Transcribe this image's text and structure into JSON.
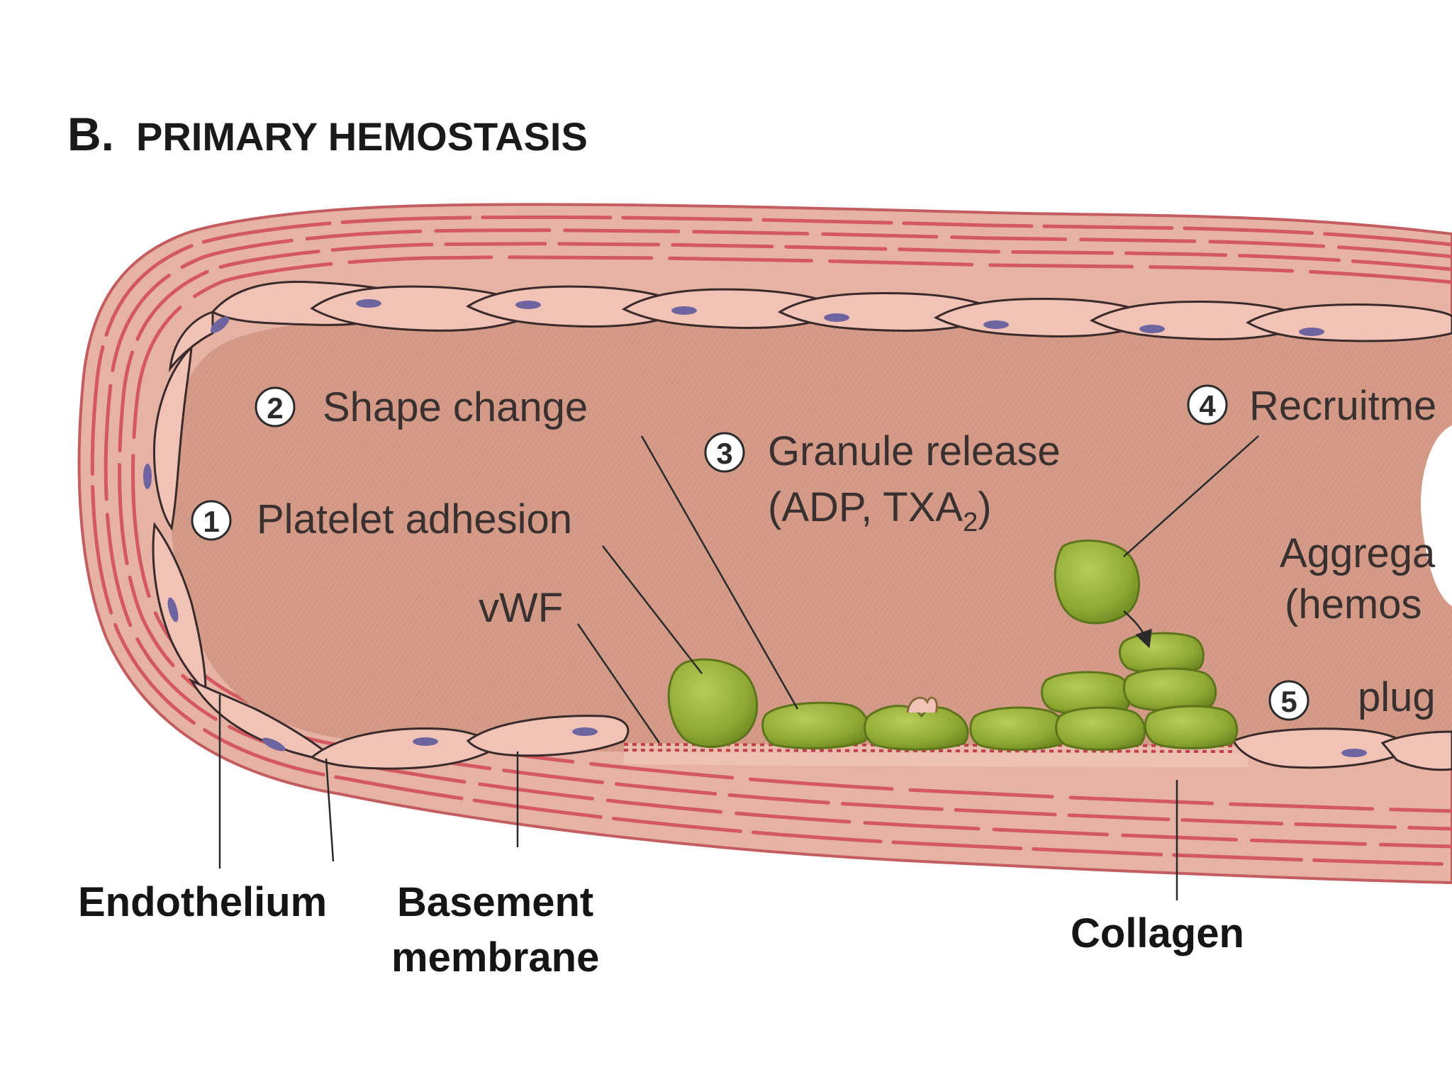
{
  "title": {
    "letter": "B.",
    "text": "PRIMARY HEMOSTASIS"
  },
  "steps": [
    {
      "num": "1",
      "label": "Platelet adhesion"
    },
    {
      "num": "2",
      "label": "Shape change"
    },
    {
      "num": "3",
      "label": "Granule release",
      "sub_main": "(ADP, TXA",
      "sub_subscript": "2",
      "sub_close": ")"
    },
    {
      "num": "4",
      "label": "Recruitme"
    },
    {
      "num": "5",
      "label": "Aggrega",
      "label2": "(hemos",
      "label3": "plug"
    }
  ],
  "labels": {
    "vwf": "vWF",
    "endothelium": "Endothelium",
    "basement_1": "Basement",
    "basement_2": "membrane",
    "collagen": "Collagen"
  },
  "colors": {
    "lumen": "#d29a88",
    "wall_outer": "#e8b6a8",
    "wall_stripe": "#d9666a",
    "endothelial_cell": "#f1c3b6",
    "nucleus": "#6e64a0",
    "platelet": "#93ad38",
    "platelet_dark": "#6d8621"
  }
}
